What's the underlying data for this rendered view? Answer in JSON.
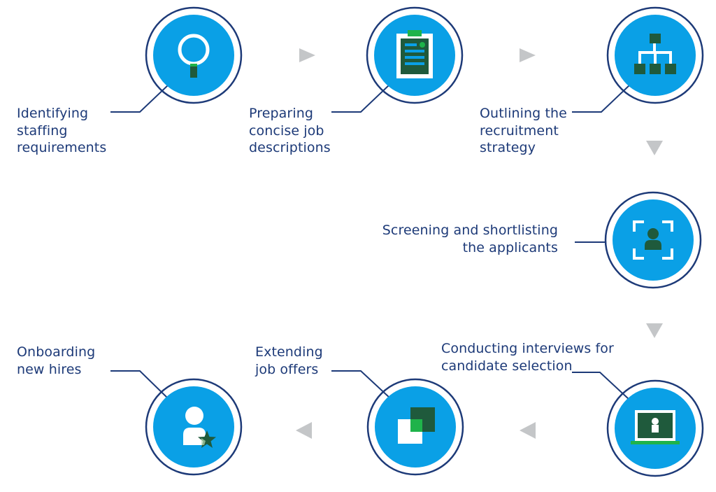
{
  "colors": {
    "navy": "#1d3a78",
    "blue": "#0aa0e6",
    "dark_green": "#1f5a3c",
    "green": "#1fb34a",
    "arrow_grey": "#c4c6c8",
    "white": "#ffffff"
  },
  "steps": [
    {
      "lines": [
        "Identifying",
        "staffing",
        "requirements"
      ],
      "icon": "magnifier-icon"
    },
    {
      "lines": [
        "Preparing",
        "concise job",
        "descriptions"
      ],
      "icon": "clipboard-icon"
    },
    {
      "lines": [
        "Outlining the",
        "recruitment",
        "strategy"
      ],
      "icon": "org-chart-icon"
    },
    {
      "lines": [
        "Screening and shortlisting",
        "the applicants"
      ],
      "icon": "focus-person-icon"
    },
    {
      "lines": [
        "Conducting interviews for",
        "candidate selection"
      ],
      "icon": "video-call-icon"
    },
    {
      "lines": [
        "Extending",
        "job offers"
      ],
      "icon": "overlapping-squares-icon"
    },
    {
      "lines": [
        "Onboarding",
        "new hires"
      ],
      "icon": "person-star-icon"
    }
  ],
  "flow_arrows": [
    "right-arrow",
    "right-arrow",
    "down-arrow",
    "down-arrow",
    "left-arrow",
    "left-arrow"
  ]
}
